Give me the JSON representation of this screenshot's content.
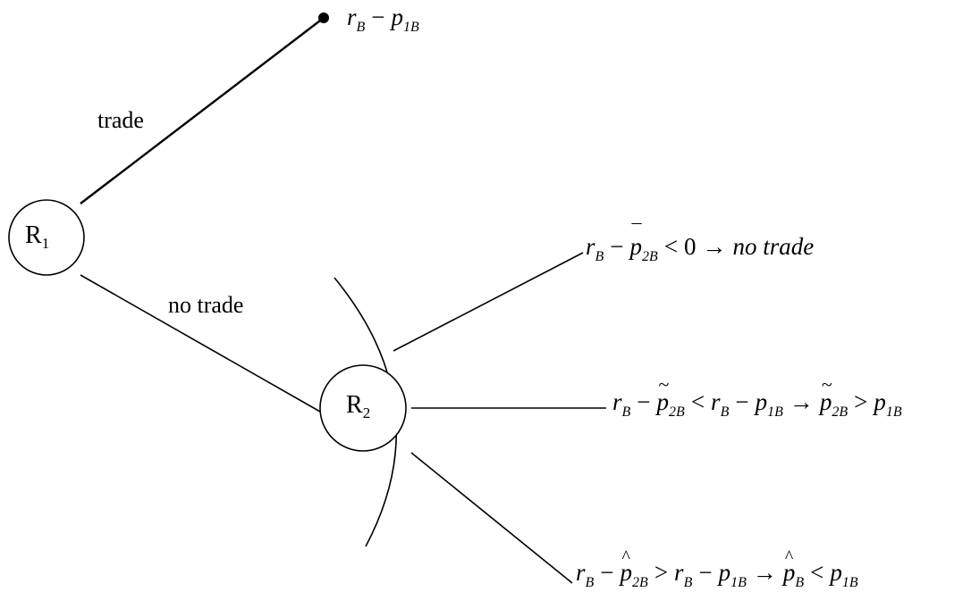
{
  "nodes": {
    "r1": {
      "letter": "R",
      "index": "1"
    },
    "r2": {
      "letter": "R",
      "index": "2"
    }
  },
  "edges": {
    "trade": "trade",
    "no_trade": "no trade"
  },
  "outcomes": {
    "terminal": {
      "r": "r",
      "sub_b": "B",
      "minus": "−",
      "p": "p",
      "sub_1b": "1B"
    },
    "upper": {
      "r": "r",
      "sub_b": "B",
      "minus": "−",
      "p": "p",
      "sub_2b": "2B",
      "lt": "<",
      "zero": "0",
      "arrow": "→",
      "result": "no trade"
    },
    "middle": {
      "r": "r",
      "sub_b": "B",
      "minus": "−",
      "p": "p",
      "sub_2b": "2B",
      "lt": "<",
      "sub_1b": "1B",
      "arrow": "→",
      "gt": ">"
    },
    "lower": {
      "r": "r",
      "sub_b": "B",
      "minus": "−",
      "p": "p",
      "sub_2b": "2B",
      "gt": ">",
      "sub_1b": "1B",
      "arrow": "→",
      "lt": "<"
    }
  }
}
